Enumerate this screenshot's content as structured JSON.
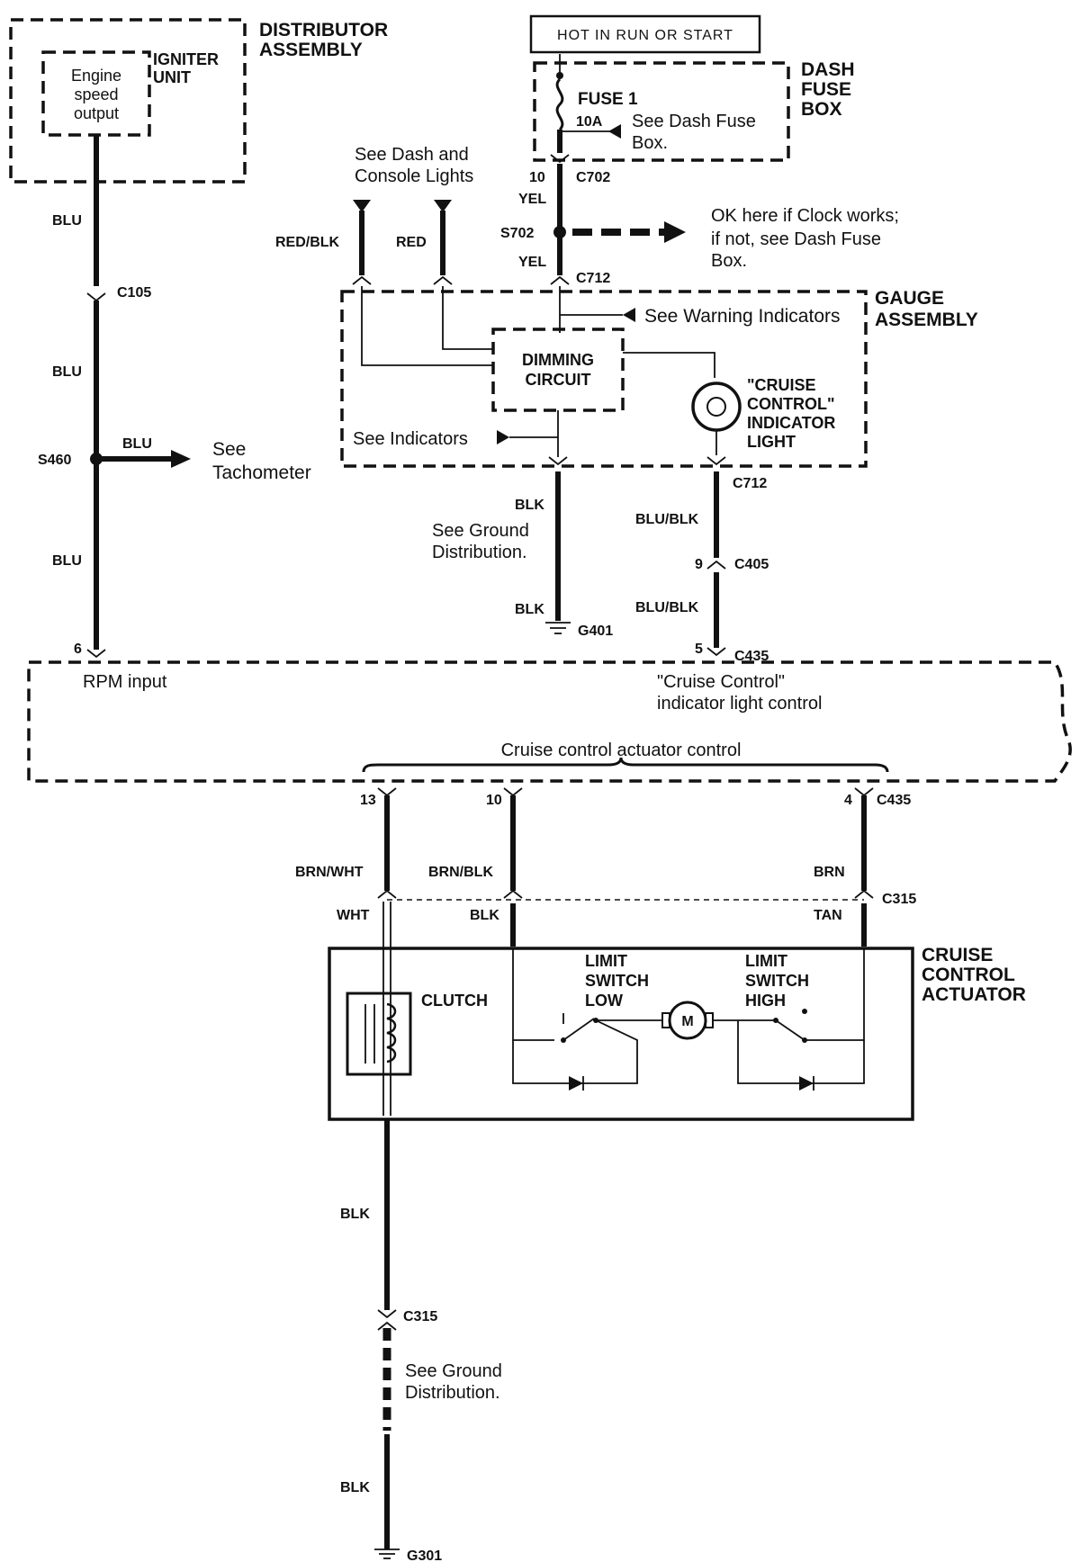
{
  "labels": {
    "distributor_assembly": [
      "DISTRIBUTOR",
      "ASSEMBLY"
    ],
    "igniter_unit": [
      "IGNITER",
      "UNIT"
    ],
    "engine_speed_output": [
      "Engine",
      "speed",
      "output"
    ],
    "hot_in_run_or_start": "HOT IN RUN OR START",
    "dash_fuse_box": [
      "DASH",
      "FUSE",
      "BOX"
    ],
    "fuse": "FUSE 1",
    "fuse_rating": "10A",
    "see_dash_fuse_box": [
      "See Dash Fuse",
      "Box."
    ],
    "see_dash_console_lights": [
      "See Dash and",
      "Console Lights"
    ],
    "ok_here_clock": [
      "OK here if Clock works;",
      "if not,  see Dash Fuse",
      "Box."
    ],
    "gauge_assembly": [
      "GAUGE",
      "ASSEMBLY"
    ],
    "see_warning_indicators": "See Warning Indicators",
    "dimming_circuit": [
      "DIMMING",
      "CIRCUIT"
    ],
    "cruise_indicator_light": [
      "\"CRUISE",
      "CONTROL\"",
      "INDICATOR",
      "LIGHT"
    ],
    "see_indicators": "See Indicators",
    "see_tachometer": [
      "See",
      "Tachometer"
    ],
    "see_ground_distribution_1": [
      "See Ground",
      "Distribution."
    ],
    "rpm_input": "RPM input",
    "cruise_indicator_control": [
      "\"Cruise Control\"",
      "indicator light control"
    ],
    "cruise_actuator_control": "Cruise control actuator control",
    "cruise_control_actuator": [
      "CRUISE",
      "CONTROL",
      "ACTUATOR"
    ],
    "clutch": "CLUTCH",
    "limit_switch_low": [
      "LIMIT",
      "SWITCH",
      "LOW"
    ],
    "limit_switch_high": [
      "LIMIT",
      "SWITCH",
      "HIGH"
    ],
    "motor": "M",
    "see_ground_distribution_2": [
      "See Ground",
      "Distribution."
    ]
  },
  "wires": {
    "blu_1": "BLU",
    "blu_2": "BLU",
    "blu_tach": "BLU",
    "blu_3": "BLU",
    "yel_1": "YEL",
    "yel_2": "YEL",
    "red_blk": "RED/BLK",
    "red": "RED",
    "blk_gauge_1": "BLK",
    "blk_gauge_2": "BLK",
    "blu_blk_1": "BLU/BLK",
    "blu_blk_2": "BLU/BLK",
    "brn_wht": "BRN/WHT",
    "wht": "WHT",
    "brn_blk": "BRN/BLK",
    "blk_act": "BLK",
    "brn": "BRN",
    "tan": "TAN",
    "blk_ground_1": "BLK",
    "blk_ground_2": "BLK"
  },
  "connectors": {
    "c105": "C105",
    "s460": "S460",
    "c702": "C702",
    "c702_pin": "10",
    "s702": "S702",
    "c712_top": "C712",
    "c712_bottom": "C712",
    "c405": "C405",
    "c405_pin": "9",
    "g401": "G401",
    "c435_top": "C435",
    "c435_top_pin": "5",
    "rpm_pin": "6",
    "c435_pin_13": "13",
    "c435_pin_10": "10",
    "c435_pin_4": "4",
    "c435_bottom": "C435",
    "c315_top": "C315",
    "c315_bottom": "C315",
    "g301": "G301"
  }
}
